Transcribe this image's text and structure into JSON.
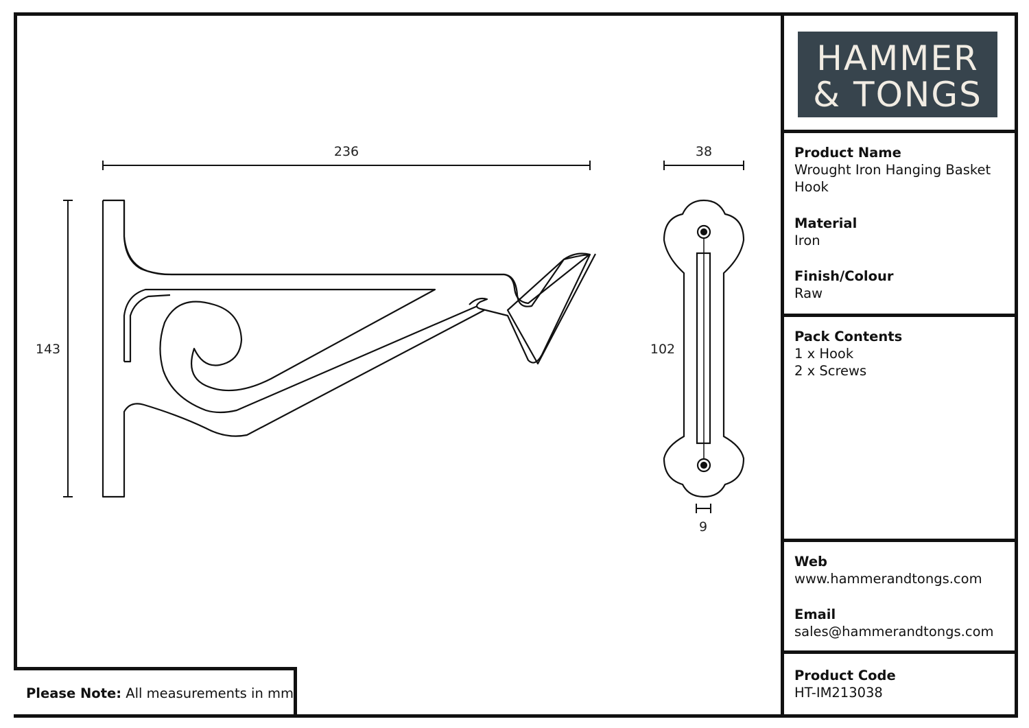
{
  "brand": {
    "line1": "HAMMER",
    "line2": "& TONGS",
    "background_color": "#37444d",
    "text_color": "#f1ece3"
  },
  "dimensions": {
    "width": "236",
    "height": "143",
    "plate_width": "38",
    "plate_height": "102",
    "plate_thickness": "9"
  },
  "product_name": {
    "label": "Product Name",
    "value": "Wrought Iron Hanging Basket Hook"
  },
  "material": {
    "label": "Material",
    "value": "Iron"
  },
  "finish": {
    "label": "Finish/Colour",
    "value": "Raw"
  },
  "pack_contents": {
    "label": "Pack Contents",
    "items": [
      "1 x Hook",
      "2 x Screws"
    ]
  },
  "web": {
    "label": "Web",
    "value": "www.hammerandtongs.com"
  },
  "email": {
    "label": "Email",
    "value": "sales@hammerandtongs.com"
  },
  "product_code": {
    "label": "Product Code",
    "value": "HT-IM213038"
  },
  "note": {
    "label": "Please Note:",
    "text": "All measurements in mm"
  },
  "icons": {
    "keyhole": "keyhole-icon",
    "ampersand": "ampersand-glyph"
  }
}
